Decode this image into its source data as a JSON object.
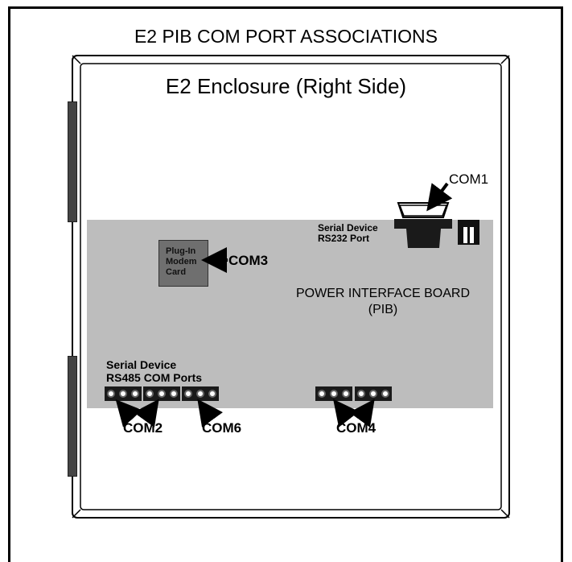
{
  "title": "E2 PIB COM PORT ASSOCIATIONS",
  "enclosure": {
    "label": "E2 Enclosure (Right Side)"
  },
  "board": {
    "name_line1": "POWER INTERFACE BOARD",
    "name_line2": "(PIB)",
    "modem_lines": [
      "Plug-In",
      "Modem",
      "Card"
    ],
    "rs232_lines": [
      "Serial Device",
      "RS232 Port"
    ],
    "rs485_lines": [
      "Serial Device",
      "RS485 COM Ports"
    ]
  },
  "ports": {
    "com1": "COM1",
    "com2": "COM2",
    "com3": "COM3",
    "com4": "COM4",
    "com6": "COM6"
  }
}
